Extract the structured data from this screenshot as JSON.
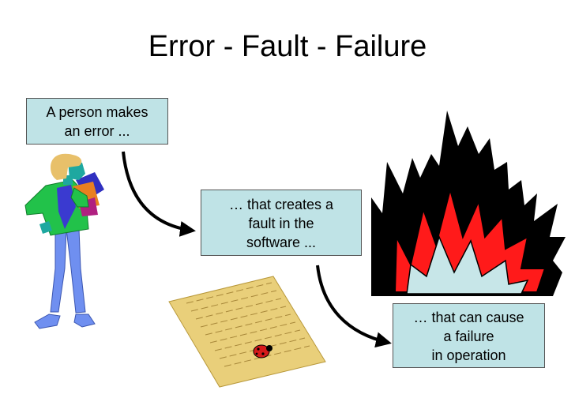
{
  "slide": {
    "title": "Error - Fault - Failure",
    "steps": [
      {
        "lines": [
          "A person makes",
          "an error ..."
        ]
      },
      {
        "lines": [
          "… that creates a",
          "fault in the",
          "software ..."
        ]
      },
      {
        "lines": [
          "… that can cause",
          "a failure",
          "in operation"
        ]
      }
    ]
  },
  "colors": {
    "box_fill": "#bfe3e6",
    "explosion_outer": "#000000",
    "explosion_mid": "#ff1a1a",
    "explosion_inner": "#c7e6e8",
    "paper": "#e9cf7a",
    "bug": "#d61a1a"
  },
  "icons": [
    "person-icon",
    "explosion-icon",
    "paper-document-icon",
    "ladybug-icon",
    "arrow-icon"
  ]
}
